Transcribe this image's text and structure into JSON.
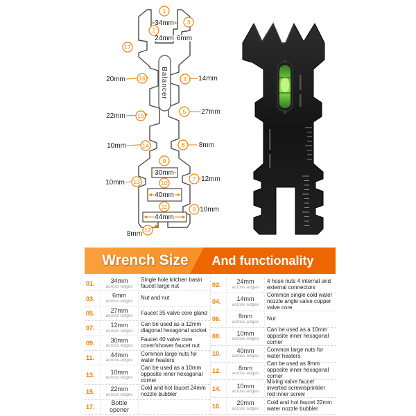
{
  "colors": {
    "accent_orange": "#f08300",
    "banner_left_orange": "#f7941e",
    "banner_right_orange": "#ee6600",
    "level_green": "#7ed63f",
    "tool_black": "#1a1a1a"
  },
  "diagram": {
    "balancer_label": "Balancer",
    "callouts": [
      {
        "num": "1",
        "size": "34mm"
      },
      {
        "num": "2",
        "size": "24mm"
      },
      {
        "num": "3",
        "size": "6mm"
      },
      {
        "num": "4",
        "size": "14mm"
      },
      {
        "num": "5",
        "size": "27mm"
      },
      {
        "num": "6",
        "size": "8mm"
      },
      {
        "num": "7",
        "size": "12mm"
      },
      {
        "num": "8",
        "size": "10mm"
      },
      {
        "num": "9",
        "size": "30mm"
      },
      {
        "num": "10",
        "size": "40mm"
      },
      {
        "num": "11",
        "size": "44mm"
      },
      {
        "num": "12",
        "size": "8mm"
      },
      {
        "num": "13",
        "size": "10mm"
      },
      {
        "num": "14",
        "size": "10mm"
      },
      {
        "num": "15",
        "size": "22mm"
      },
      {
        "num": "16",
        "size": "20mm"
      },
      {
        "num": "17",
        "size": ""
      }
    ]
  },
  "header": {
    "title_left": "Wrench Size",
    "title_right": "And functionality"
  },
  "table": {
    "left": [
      {
        "num": "01.",
        "size": "34mm",
        "unit": "across edges",
        "desc": "Single hole kitchen basin faucet large nut"
      },
      {
        "num": "03.",
        "size": "6mm",
        "unit": "across edges",
        "desc": "Nut and nut"
      },
      {
        "num": "05.",
        "size": "27mm",
        "unit": "across edges",
        "desc": "Faucet 35 valve core gland"
      },
      {
        "num": "07.",
        "size": "12mm",
        "unit": "across edges",
        "desc": "Can be used as a 12mm diagonal hexagonal socket"
      },
      {
        "num": "09.",
        "size": "30mm",
        "unit": "across edges",
        "desc": "Faucet 40 valve core cover/shower faucet nut"
      },
      {
        "num": "11.",
        "size": "44mm",
        "unit": "across edges",
        "desc": "Common large nuts for water heaters"
      },
      {
        "num": "13.",
        "size": "10mm",
        "unit": "across edges",
        "desc": "Can be used as a 10mm opposite inner hexagonal corner"
      },
      {
        "num": "15.",
        "size": "22mm",
        "unit": "across edges",
        "desc": "Cold and hot faucet 24mm nozzle bubbler"
      },
      {
        "num": "17.",
        "size": "Bottle opener",
        "unit": "",
        "desc": ""
      }
    ],
    "right": [
      {
        "num": "02.",
        "size": "24mm",
        "unit": "across edges",
        "desc": "4 hose nuts 4 internal and external connectors"
      },
      {
        "num": "04.",
        "size": "14mm",
        "unit": "across edges",
        "desc": "Common single cold water nozzle angle valve copper valve core"
      },
      {
        "num": "06.",
        "size": "8mm",
        "unit": "across edges",
        "desc": "Nut"
      },
      {
        "num": "08.",
        "size": "10mm",
        "unit": "across edges",
        "desc": "Can be used as a 10mm opposite inner hexagonal corner"
      },
      {
        "num": "10.",
        "size": "40mm",
        "unit": "across edges",
        "desc": "Common large nuts for water heaters"
      },
      {
        "num": "12.",
        "size": "8mm",
        "unit": "across edges",
        "desc": "Can be used as 8mm opposite inner hexagonal corner"
      },
      {
        "num": "14.",
        "size": "10mm",
        "unit": "across edges",
        "desc": "Mixing valve faucet inverted screw/sprinkler rod inner screw"
      },
      {
        "num": "16.",
        "size": "20mm",
        "unit": "across edges",
        "desc": "Cold and hot faucet 22mm water nozzle bubbler"
      }
    ]
  }
}
